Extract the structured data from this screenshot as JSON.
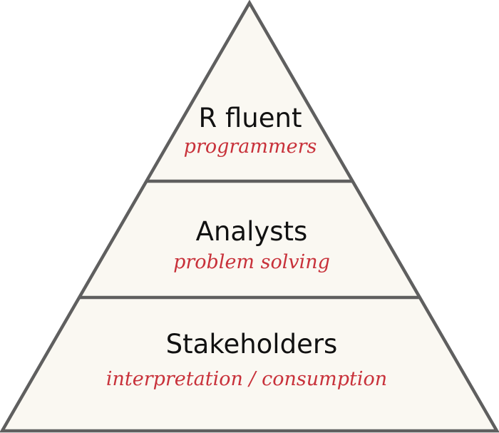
{
  "diagram": {
    "type": "pyramid",
    "colors": {
      "fill": "#faf8f2",
      "stroke": "#5f5f5f",
      "title": "#111111",
      "subtitle": "#c8313a"
    },
    "tiers": [
      {
        "title": "R fluent",
        "subtitle": "programmers"
      },
      {
        "title": "Analysts",
        "subtitle": "problem solving"
      },
      {
        "title": "Stakeholders",
        "subtitle": "interpretation / consumption"
      }
    ]
  }
}
